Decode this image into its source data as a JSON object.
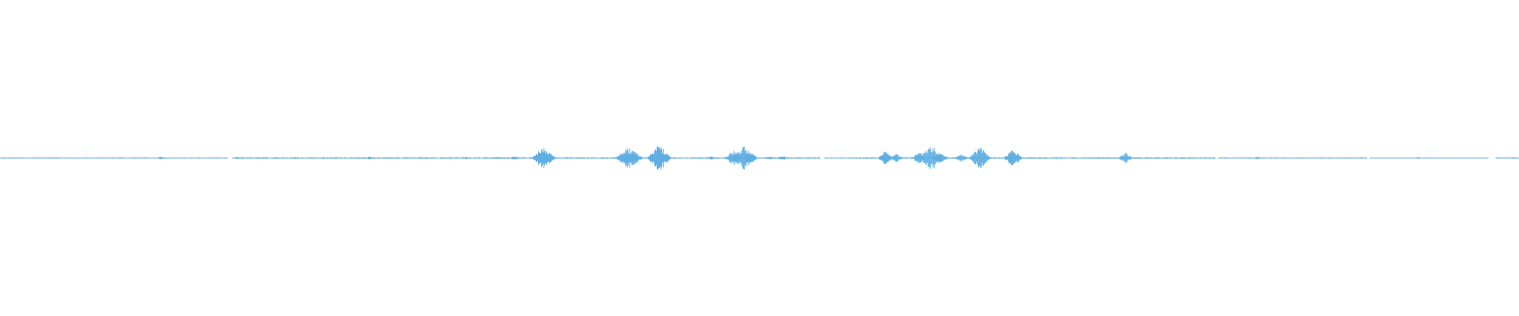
{
  "waveform": {
    "color": "#5dade2",
    "segments": [
      {
        "start": 0.0,
        "end": 0.15,
        "level": 0.02
      },
      {
        "start": 0.153,
        "end": 0.54,
        "level": 0.03
      },
      {
        "start": 0.543,
        "end": 0.56,
        "level": 0.02
      },
      {
        "start": 0.583,
        "end": 0.585,
        "level": 0.01
      },
      {
        "start": 0.597,
        "end": 0.6,
        "level": 0.01
      },
      {
        "start": 0.56,
        "end": 0.8,
        "level": 0.03
      },
      {
        "start": 0.802,
        "end": 0.9,
        "level": 0.02
      },
      {
        "start": 0.902,
        "end": 0.98,
        "level": 0.015
      },
      {
        "start": 0.985,
        "end": 1.0,
        "level": 0.02
      }
    ],
    "bursts": [
      {
        "pos": 0.106,
        "amp": 0.06
      },
      {
        "pos": 0.156,
        "amp": 0.05
      },
      {
        "pos": 0.243,
        "amp": 0.06
      },
      {
        "pos": 0.267,
        "amp": 0.04
      },
      {
        "pos": 0.307,
        "amp": 0.05
      },
      {
        "pos": 0.328,
        "amp": 0.07
      },
      {
        "pos": 0.339,
        "amp": 0.1
      },
      {
        "pos": 0.358,
        "amp": 0.55
      },
      {
        "pos": 0.364,
        "amp": 0.1
      },
      {
        "pos": 0.411,
        "amp": 0.35
      },
      {
        "pos": 0.414,
        "amp": 0.5
      },
      {
        "pos": 0.418,
        "amp": 0.3
      },
      {
        "pos": 0.434,
        "amp": 0.6
      },
      {
        "pos": 0.468,
        "amp": 0.08
      },
      {
        "pos": 0.483,
        "amp": 0.35
      },
      {
        "pos": 0.49,
        "amp": 0.55
      },
      {
        "pos": 0.494,
        "amp": 0.3
      },
      {
        "pos": 0.507,
        "amp": 0.1
      },
      {
        "pos": 0.515,
        "amp": 0.1
      },
      {
        "pos": 0.583,
        "amp": 0.3
      },
      {
        "pos": 0.59,
        "amp": 0.2
      },
      {
        "pos": 0.605,
        "amp": 0.25
      },
      {
        "pos": 0.613,
        "amp": 0.6
      },
      {
        "pos": 0.619,
        "amp": 0.3
      },
      {
        "pos": 0.633,
        "amp": 0.2
      },
      {
        "pos": 0.645,
        "amp": 0.5
      },
      {
        "pos": 0.667,
        "amp": 0.4
      },
      {
        "pos": 0.741,
        "amp": 0.25
      },
      {
        "pos": 0.828,
        "amp": 0.06
      },
      {
        "pos": 0.934,
        "amp": 0.05
      },
      {
        "pos": 0.992,
        "amp": 0.04
      }
    ]
  }
}
